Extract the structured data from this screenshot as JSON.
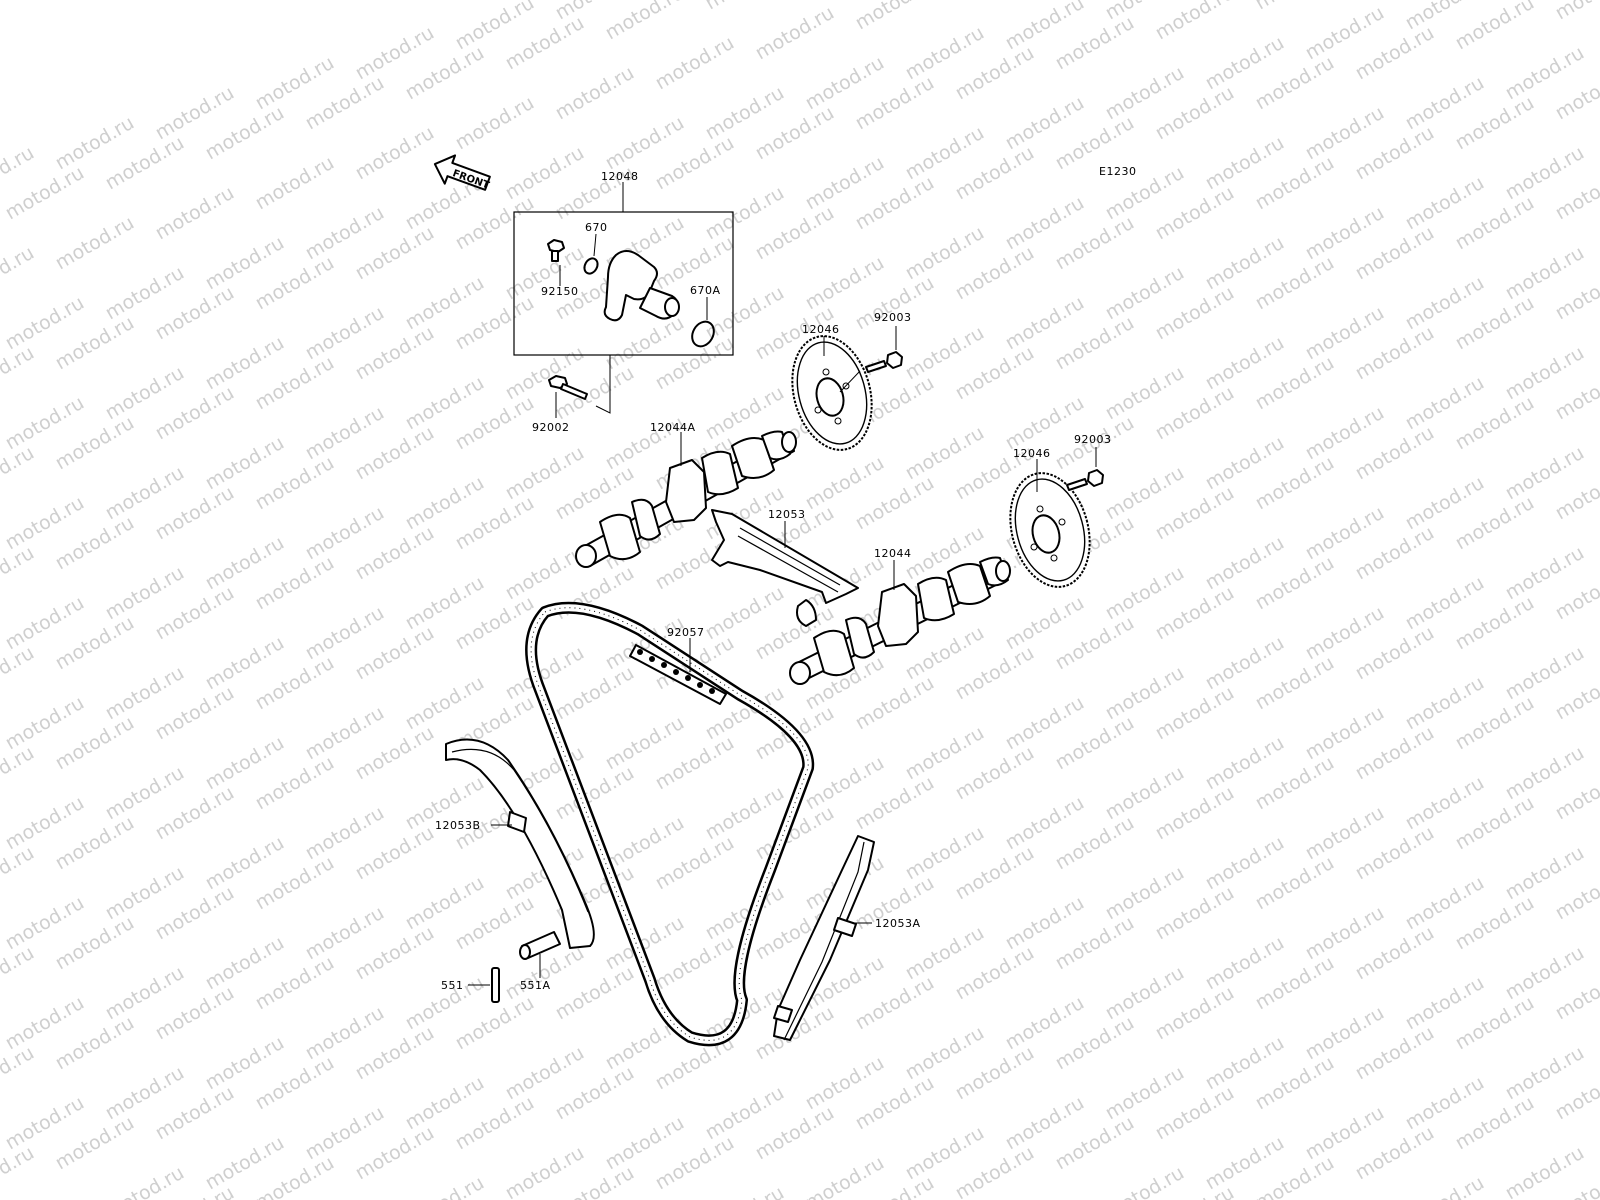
{
  "diagram": {
    "code": "E1230",
    "front_label": "FRONT",
    "watermark": "motod.ru",
    "parts": [
      {
        "key": "p12048",
        "number": "12048"
      },
      {
        "key": "p670",
        "number": "670"
      },
      {
        "key": "p670a",
        "number": "670A"
      },
      {
        "key": "p92150",
        "number": "92150"
      },
      {
        "key": "p92002",
        "number": "92002"
      },
      {
        "key": "p12046a",
        "number": "12046"
      },
      {
        "key": "p92003a",
        "number": "92003"
      },
      {
        "key": "p12044a",
        "number": "12044A"
      },
      {
        "key": "p12046b",
        "number": "12046"
      },
      {
        "key": "p92003b",
        "number": "92003"
      },
      {
        "key": "p12053",
        "number": "12053"
      },
      {
        "key": "p12044",
        "number": "12044"
      },
      {
        "key": "p92057",
        "number": "92057"
      },
      {
        "key": "p12053b",
        "number": "12053B"
      },
      {
        "key": "p12053a",
        "number": "12053A"
      },
      {
        "key": "p551",
        "number": "551"
      },
      {
        "key": "p551a",
        "number": "551A"
      }
    ]
  }
}
